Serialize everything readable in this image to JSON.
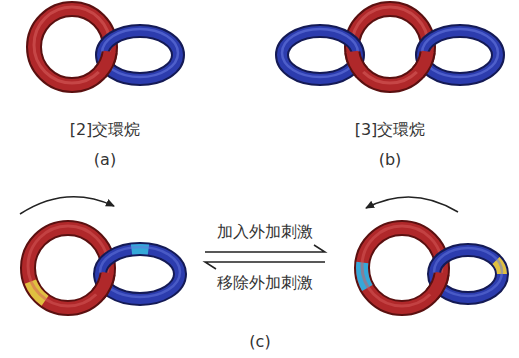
{
  "diagram": {
    "labels": [
      "[2]交環烷",
      "(a)",
      "[3]交環烷",
      "(b)",
      "加入外加刺激",
      "移除外加刺激",
      "(c)"
    ]
  }
}
